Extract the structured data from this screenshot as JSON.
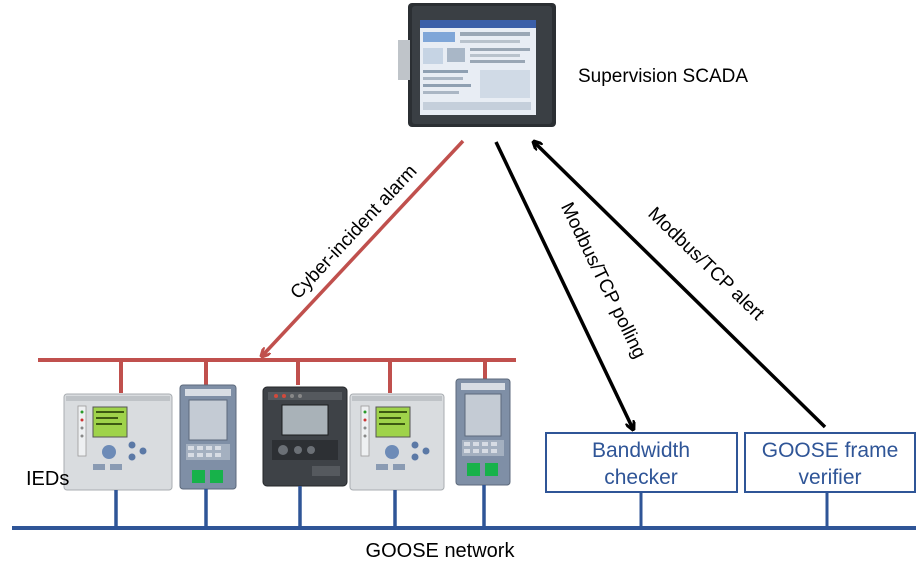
{
  "title_scada": "Supervision SCADA",
  "arrows": {
    "alarm": "Cyber-incident alarm",
    "polling": "Modbus/TCP polling",
    "alert": "Modbus/TCP alert"
  },
  "ieds_label": "IEDs",
  "network_label": "GOOSE network",
  "boxes": {
    "bandwidth": {
      "line1": "Bandwidth",
      "line2": "checker"
    },
    "goose": {
      "line1": "GOOSE frame",
      "line2": "verifier"
    }
  },
  "colors": {
    "red_bus": "#c0504d",
    "blue_bus": "#2f5597",
    "box_border": "#2f5597",
    "arrow_black": "#000000"
  },
  "devices": [
    "ied-light-1",
    "ied-blue-1",
    "ied-dark",
    "ied-light-2",
    "ied-blue-2"
  ],
  "icons": [
    "scada-panel-icon",
    "ied-relay-icon"
  ]
}
